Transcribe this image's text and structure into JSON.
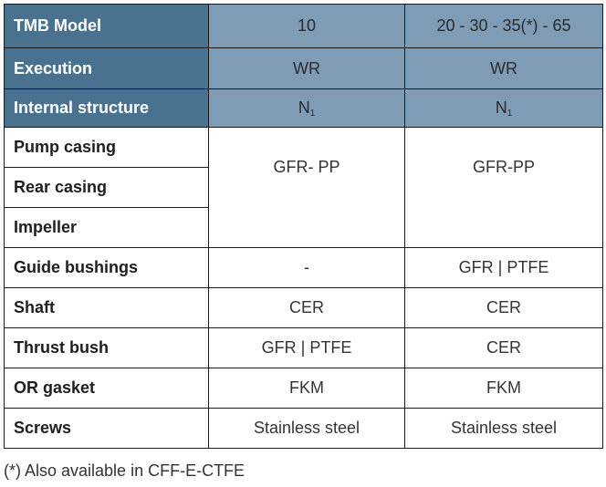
{
  "table": {
    "header_rows": [
      {
        "label": "TMB Model",
        "col1": "10",
        "col2": "20 - 30 - 35(*) - 65"
      },
      {
        "label": "Execution",
        "col1": "WR",
        "col2": "WR"
      },
      {
        "label": "Internal structure",
        "col1": "N",
        "col1_sub": "1",
        "col2": "N",
        "col2_sub": "1"
      }
    ],
    "merged_group": {
      "labels": [
        "Pump casing",
        "Rear casing",
        "Impeller"
      ],
      "col1": "GFR- PP",
      "col2": "GFR-PP"
    },
    "rows": [
      {
        "label": "Guide bushings",
        "col1": "-",
        "col2": "GFR | PTFE"
      },
      {
        "label": "Shaft",
        "col1": "CER",
        "col2": "CER"
      },
      {
        "label": "Thrust bush",
        "col1": "GFR | PTFE",
        "col2": "CER"
      },
      {
        "label": "OR gasket",
        "col1": "FKM",
        "col2": "FKM"
      },
      {
        "label": "Screws",
        "col1": "Stainless steel",
        "col2": "Stainless steel"
      }
    ]
  },
  "footnote": "(*) Also available in CFF-E-CTFE",
  "colors": {
    "header_label_bg": "#48728f",
    "header_value_bg": "#7e9cb6",
    "border": "#1a1a1a"
  }
}
